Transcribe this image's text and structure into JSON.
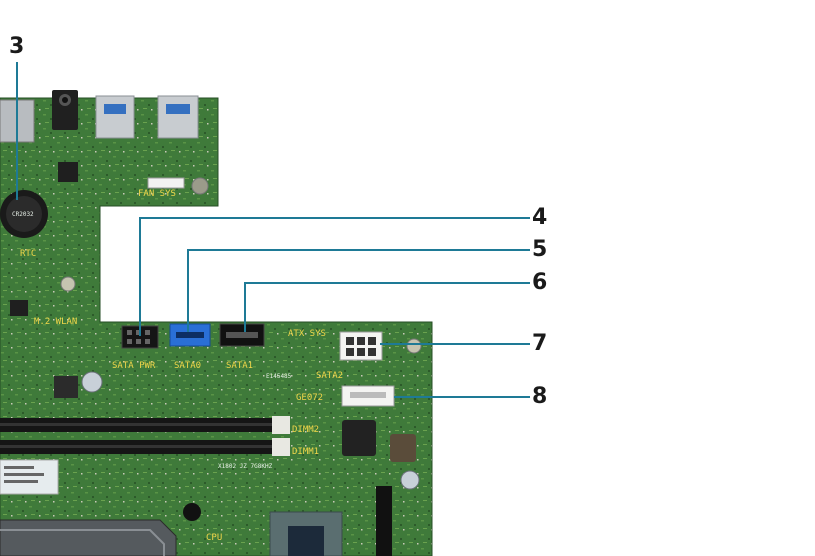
{
  "callouts": {
    "c3": "3",
    "c4": "4",
    "c5": "5",
    "c6": "6",
    "c7": "7",
    "c8": "8"
  },
  "silkscreen": {
    "m2_wlan": "M.2 WLAN",
    "sata_pwr": "SATA PWR",
    "sata0": "SATA0",
    "sata1": "SATA1",
    "sata2": "SATA2",
    "atx_sys": "ATX SYS",
    "fan_sys": "FAN SYS",
    "dimm2": "DIMM2",
    "dimm1": "DIMM1",
    "cpu": "CPU",
    "rtc": "RTC",
    "part_no": "E145485",
    "ge": "GE072",
    "board_code": "X1802 JZ 7G8KHZ"
  },
  "colors": {
    "pcb": "#3f7a3a",
    "pcb_dark": "#2f6230",
    "silk": "#f0d64a",
    "callout_line": "#1e7a96",
    "sata_blue": "#2a6fd6"
  }
}
